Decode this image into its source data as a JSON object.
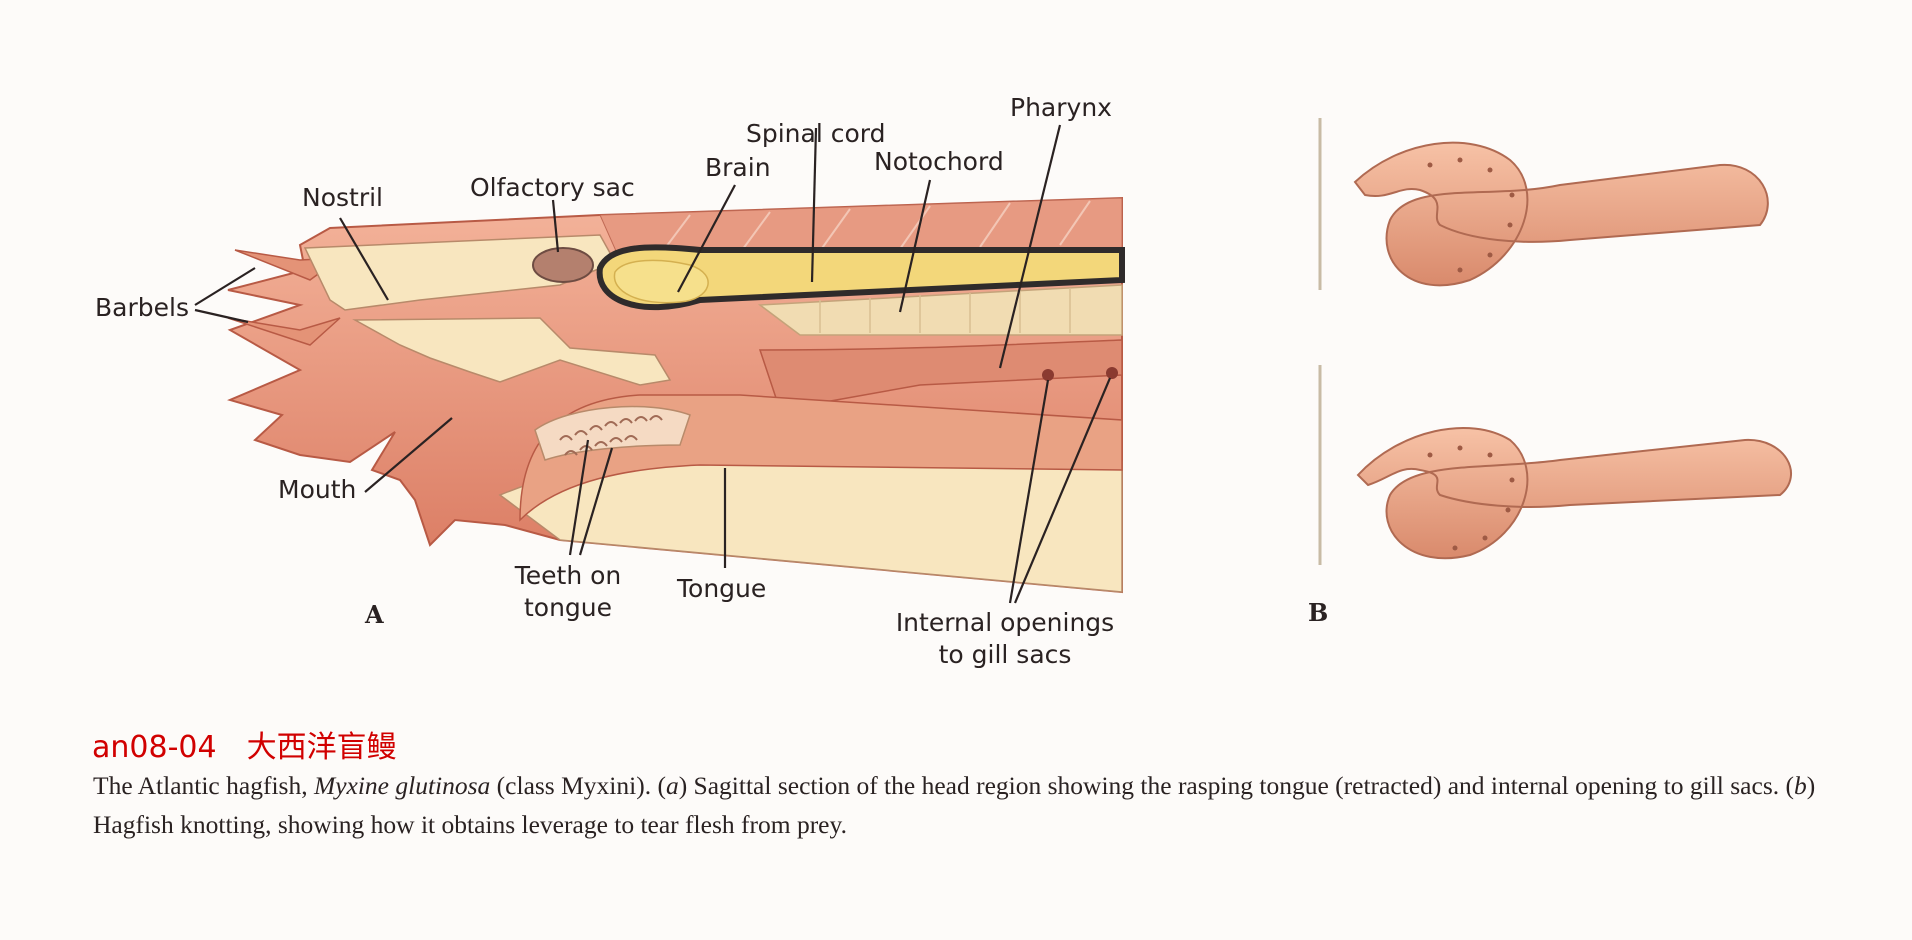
{
  "panel_a": {
    "letter": "A",
    "labels": {
      "barbels": "Barbels",
      "nostril": "Nostril",
      "olfactory_sac": "Olfactory sac",
      "brain": "Brain",
      "spinal_cord": "Spinal cord",
      "notochord": "Notochord",
      "pharynx": "Pharynx",
      "mouth": "Mouth",
      "teeth_line1": "Teeth on",
      "teeth_line2": "tongue",
      "tongue": "Tongue",
      "gill_line1": "Internal openings",
      "gill_line2": "to gill sacs"
    }
  },
  "panel_b": {
    "letter": "B"
  },
  "caption": {
    "id": "an08-04　大西洋盲鳗",
    "t1": "The Atlantic hagfish, ",
    "species": "Myxine glutinosa",
    "t2": " (class Myxini). (",
    "a": "a",
    "t3": ") Sagittal section of the head region showing the rasping tongue (retracted) and internal opening to gill sacs. (",
    "b": "b",
    "t4": ") Hagfish knotting, showing how it obtains leverage to tear flesh from prey."
  },
  "colors": {
    "flesh": "#e9977c",
    "flesh_dark": "#c9634f",
    "cream": "#f8e6bf",
    "brain_yellow": "#f3d77a",
    "ink": "#2a2222",
    "caption_red": "#d10000"
  }
}
